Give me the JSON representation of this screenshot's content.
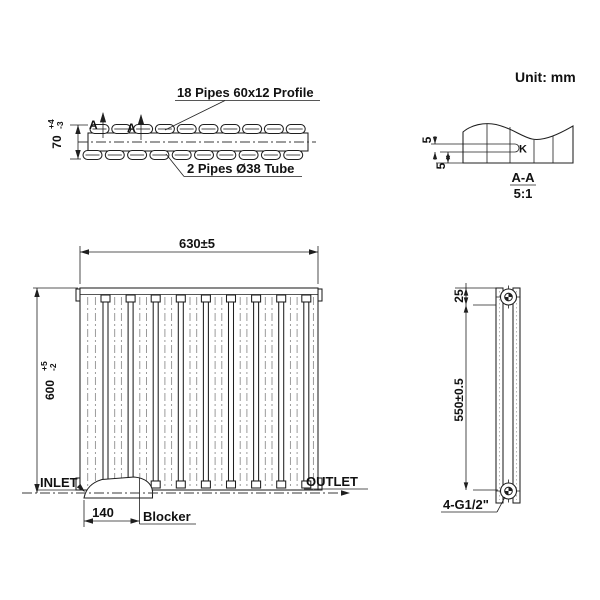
{
  "unit_label": "Unit: mm",
  "colors": {
    "line": "#1f1f1f",
    "panel_centerline": "#8f8f8f"
  },
  "pipe_section_view": {
    "profile_label": "18 Pipes 60x12 Profile",
    "tube_label": "2 Pipes Ø38 Tube",
    "height_dim": {
      "value": "70",
      "tol_plus": "+4",
      "tol_minus": "-3"
    },
    "section_letter": "A"
  },
  "section_aa_view": {
    "title": "A-A",
    "scale": "5:1",
    "k_label": "K",
    "slot_height_dim": "5",
    "wall_offset_dim": "5"
  },
  "front_view": {
    "width_dim": "630±5",
    "height_dim": {
      "value": "600",
      "tol_plus": "+5",
      "tol_minus": "-2"
    },
    "inlet_label": "INLET",
    "outlet_label": "OUTLET",
    "blocker_label": "Blocker",
    "blocker_width_dim": "140"
  },
  "side_view": {
    "top_offset_dim": "25",
    "port_pitch_dim": "550±0.5",
    "thread_label": "4-G1/2\""
  }
}
